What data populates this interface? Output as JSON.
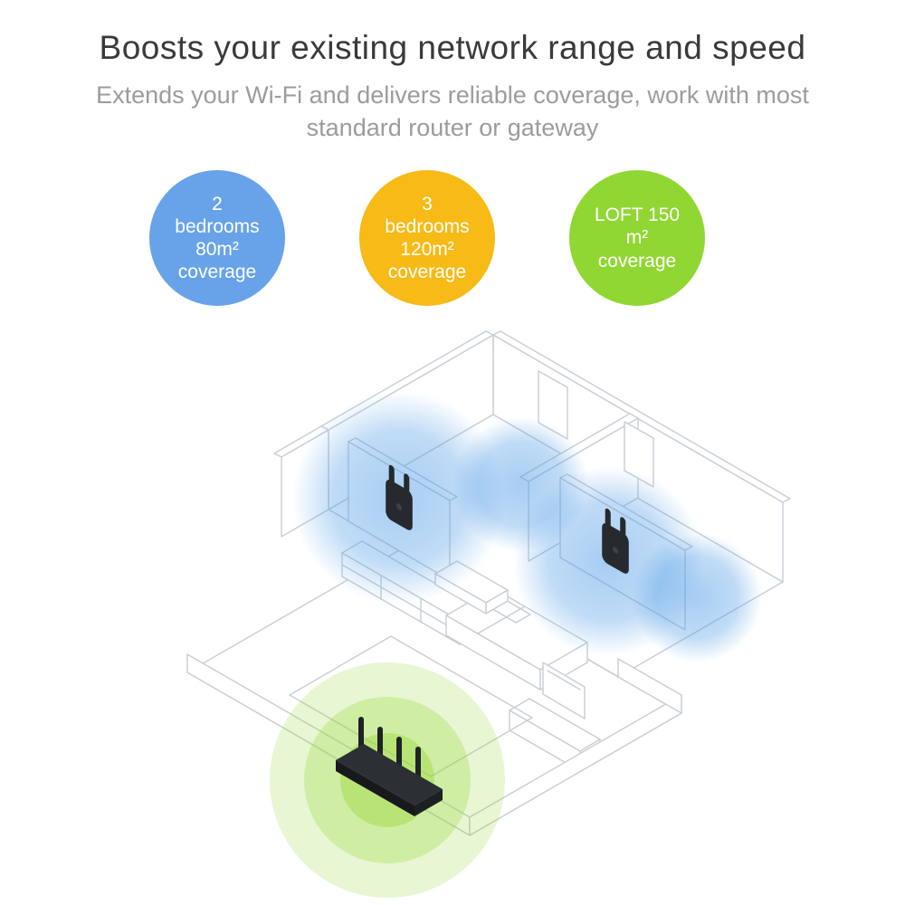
{
  "header": {
    "title": "Boosts your existing network range and speed",
    "subtitle_line1": "Extends your Wi-Fi and delivers reliable coverage, work with most",
    "subtitle_line2": "standard router or gateway"
  },
  "badges": [
    {
      "line1": "2",
      "line2": "bedrooms",
      "line3": "80m²",
      "line4": "coverage",
      "color": "#68a3e9"
    },
    {
      "line1": "3",
      "line2": "bedrooms",
      "line3": "120m²",
      "line4": "coverage",
      "color": "#f7ba16"
    },
    {
      "line1": "LOFT 150",
      "line2": "m²",
      "line3": "coverage",
      "color": "#91d733"
    }
  ],
  "illustration": {
    "elements": [
      "isometric-floor-plan",
      "wifi-extender",
      "wifi-extender",
      "wifi-router",
      "blue-coverage-area",
      "green-coverage-area"
    ],
    "colors": {
      "coverage_blue": "#4f9be6",
      "coverage_green": "#97d838",
      "floorplan_line": "#c7ced5",
      "device_black": "#26292d"
    }
  }
}
